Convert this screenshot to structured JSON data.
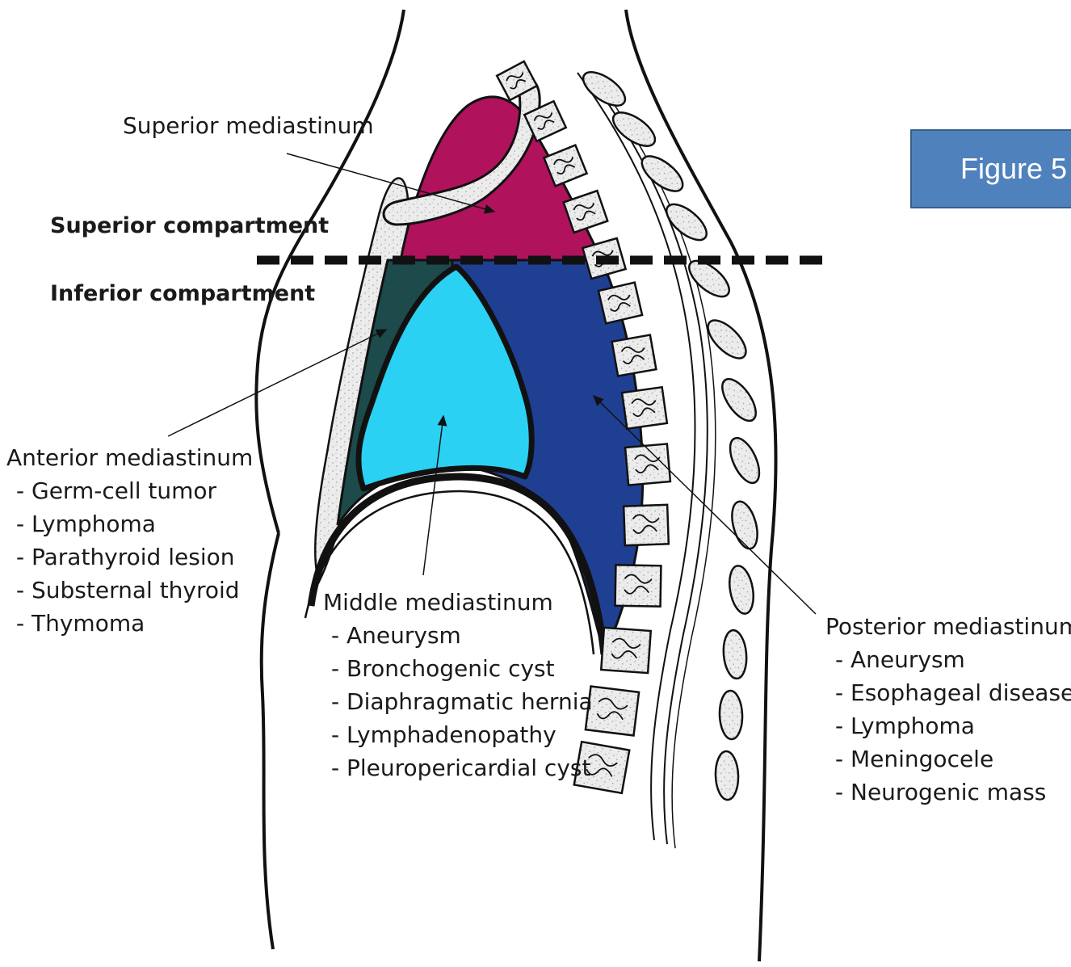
{
  "labels": {
    "superior_mediastinum": "Superior mediastinum",
    "superior_compartment": "Superior compartment",
    "inferior_compartment": "Inferior compartment",
    "figure_tag": "Figure 5"
  },
  "anterior": {
    "title": "Anterior mediastinum",
    "items": [
      "- Germ-cell tumor",
      "- Lymphoma",
      "- Parathyroid lesion",
      "- Substernal thyroid",
      "- Thymoma"
    ]
  },
  "middle": {
    "title": "Middle mediastinum",
    "items": [
      "- Aneurysm",
      "- Bronchogenic cyst",
      "- Diaphragmatic hernia",
      "- Lymphadenopathy",
      "- Pleuropericardial cyst"
    ]
  },
  "posterior": {
    "title": "Posterior mediastinum",
    "items": [
      "- Aneurysm",
      "- Esophageal disease",
      "- Lymphoma",
      "- Meningocele",
      "- Neurogenic mass"
    ]
  },
  "colors": {
    "superior_region": "#b0125c",
    "anterior_region": "#1d4a4a",
    "middle_region": "#2bd1f2",
    "posterior_region": "#1f3f93",
    "figure_tag_bg": "#4f81bd"
  }
}
